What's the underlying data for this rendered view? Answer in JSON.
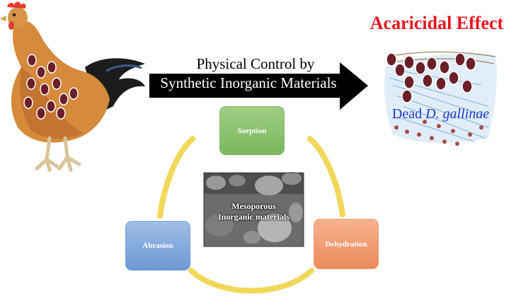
{
  "title": "Acaricidal Effect",
  "arrow": {
    "line1": "Physical Control by",
    "line2": "Synthetic Inorganic Materials"
  },
  "dead_label": {
    "prefix": "Dead ",
    "species": "D. gallinae"
  },
  "cycle": {
    "top": "Sorption",
    "left": "Abrasion",
    "right": "Dehydration",
    "center_line1": "Mesoporous",
    "center_line2": "Inorganic materials"
  },
  "colors": {
    "title": "#e8141b",
    "dead_label": "#1d3bd1",
    "cycle_ring": "#f2d85a",
    "sorption": "#8cc26f",
    "abrasion": "#85aadb",
    "dehydration": "#f29d73"
  },
  "icons": [
    "hen-illustration",
    "mite-icon",
    "dead-mites-illustration",
    "sem-micrograph"
  ]
}
